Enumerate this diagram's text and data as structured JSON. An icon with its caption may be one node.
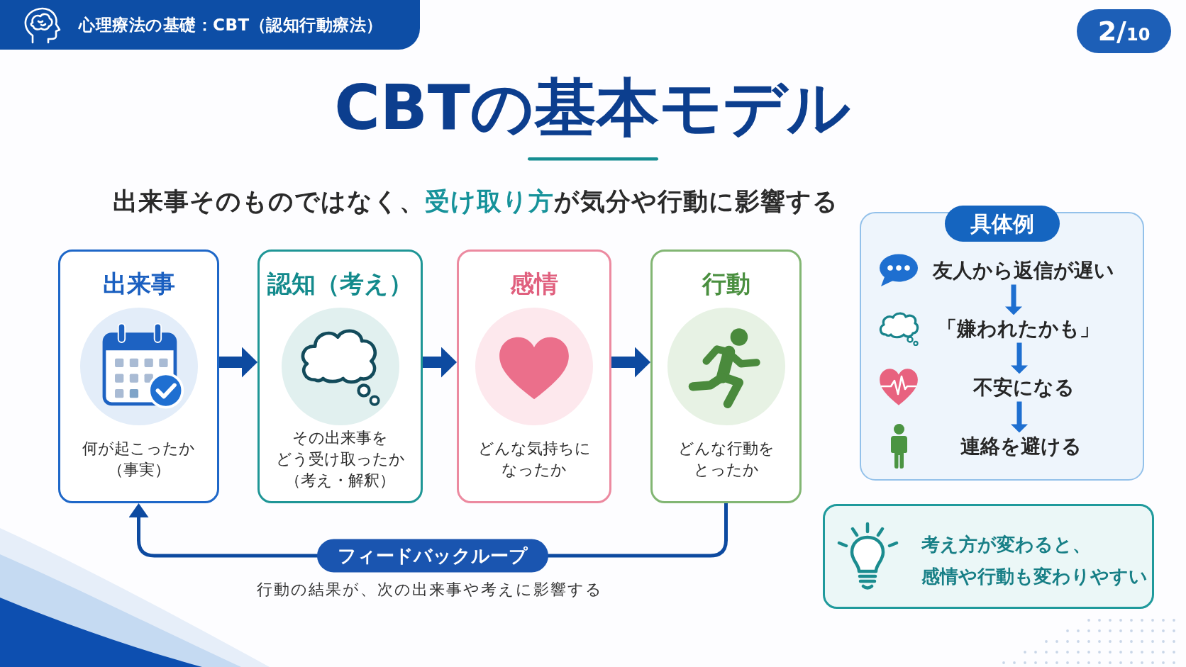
{
  "diagram": {
    "title": "CBTの基本モデル",
    "nodes": [
      {
        "text": [
          "心理療法の基礎：CBT（認知行動療法）"
        ]
      },
      {
        "text": [
          "2/10"
        ]
      },
      {
        "text": [
          "出来事",
          "何が起こったか（事実）"
        ]
      },
      {
        "text": [
          "認知（考え）",
          "その出来事をどう受け取ったか（考え・解釈）"
        ]
      },
      {
        "text": [
          "感情",
          "どんな気持ちになったか"
        ]
      },
      {
        "text": [
          "行動",
          "どんな行動をとったか"
        ]
      },
      {
        "text": [
          "具体例"
        ]
      },
      {
        "text": [
          "友人から返信が遅い"
        ],
        "in": 6
      },
      {
        "text": [
          "「嫌われたかも」"
        ],
        "in": 6
      },
      {
        "text": [
          "不安になる"
        ],
        "in": 6
      },
      {
        "text": [
          "連絡を避ける"
        ],
        "in": 6
      },
      {
        "text": [
          "考え方が変わると、感情や行動も変わりやすい"
        ]
      }
    ],
    "edges": [
      {
        "from": 2,
        "to": 3,
        "arrow": "to"
      },
      {
        "from": 3,
        "to": 4,
        "arrow": "to"
      },
      {
        "from": 4,
        "to": 5,
        "arrow": "to"
      },
      {
        "from": 5,
        "to": 2,
        "arrow": "to",
        "label": "フィードバックループ"
      },
      {
        "from": 7,
        "to": 8,
        "arrow": "to",
        "color": "#1e6fd0"
      },
      {
        "from": 8,
        "to": 9,
        "arrow": "to",
        "color": "#1e6fd0"
      },
      {
        "from": 9,
        "to": 10,
        "arrow": "to",
        "color": "#1e6fd0"
      }
    ],
    "labels": [
      "出来事そのものではなく、**受け取り方**が気分や行動に影響する",
      "行動の結果が、次の出来事や考えに影響する"
    ]
  }
}
